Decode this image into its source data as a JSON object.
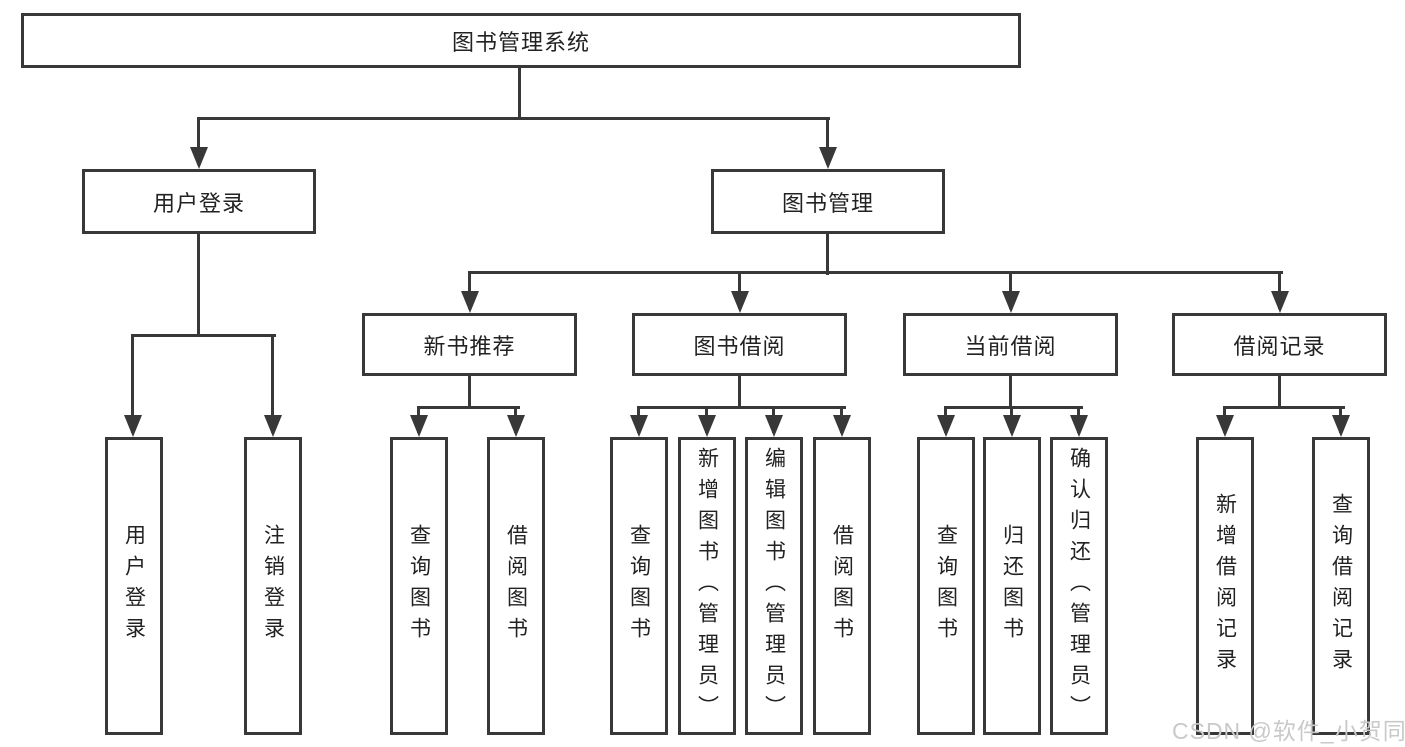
{
  "nodes": {
    "root": "图书管理系统",
    "login": "用户登录",
    "manage": "图书管理",
    "recommend": "新书推荐",
    "borrow": "图书借阅",
    "current": "当前借阅",
    "records": "借阅记录",
    "leaf_login": "用户登录",
    "leaf_logout": "注销登录",
    "leaf_query_books_1": "查询图书",
    "leaf_borrow_books_1": "借阅图书",
    "leaf_query_books_2": "查询图书",
    "leaf_add_book_admin": "新增图书（管理员）",
    "leaf_edit_book_admin": "编辑图书（管理员）",
    "leaf_borrow_books_2": "借阅图书",
    "leaf_query_books_3": "查询图书",
    "leaf_return_books": "归还图书",
    "leaf_confirm_return_admin": "确认归还（管理员）",
    "leaf_add_borrow_record": "新增借阅记录",
    "leaf_query_borrow_record": "查询借阅记录"
  },
  "watermark": "CSDN @软件_小贺同学",
  "colors": {
    "line": "#383838",
    "text": "#222222",
    "box_background": "#ffffff",
    "page_background": "#ffffff",
    "watermark": "#c9c9c9"
  }
}
